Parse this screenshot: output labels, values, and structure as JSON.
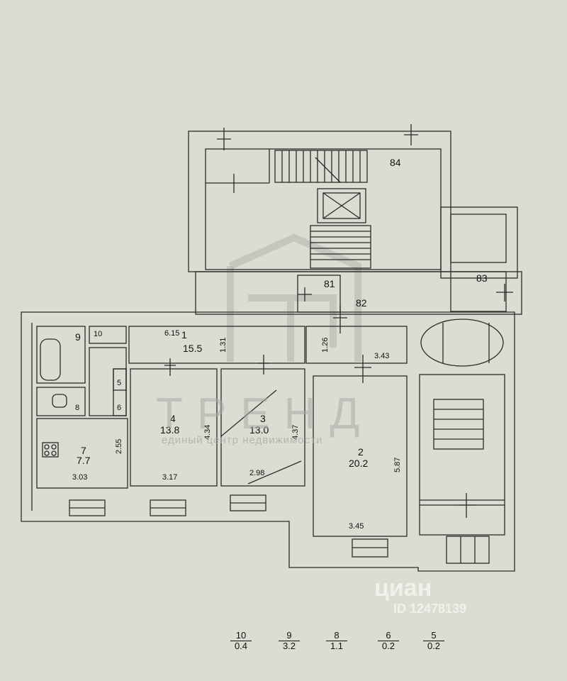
{
  "rooms": [
    {
      "id": "room-1",
      "num": "1",
      "area": "15.5"
    },
    {
      "id": "room-2",
      "num": "2",
      "area": "20.2"
    },
    {
      "id": "room-3",
      "num": "3",
      "area": "13.0"
    },
    {
      "id": "room-4",
      "num": "4",
      "area": "13.8"
    },
    {
      "id": "room-7",
      "num": "7",
      "area": "7.7"
    }
  ],
  "unit_labels": {
    "r5": "5",
    "r6": "6",
    "r8": "8",
    "r9": "9",
    "r10": "10",
    "r81": "81",
    "r82": "82",
    "r83": "83",
    "r84": "84"
  },
  "dimensions": {
    "d615": "6.15",
    "d131": "1.31",
    "d126": "1.26",
    "d343": "3.43",
    "d434": "4.34",
    "d437": "4.37",
    "d587": "5.87",
    "d255": "2.55",
    "d303": "3.03",
    "d317": "3.17",
    "d298": "2.98",
    "d345": "3.45"
  },
  "legend": [
    {
      "num": "10",
      "area": "0.4"
    },
    {
      "num": "9",
      "area": "3.2"
    },
    {
      "num": "8",
      "area": "1.1"
    },
    {
      "num": "6",
      "area": "0.2"
    },
    {
      "num": "5",
      "area": "0.2"
    }
  ],
  "watermark": {
    "title": "ТРЕНД",
    "subtitle": "единый центр недвижимости"
  },
  "cian": {
    "brand": "циан",
    "id": "ID 12478139"
  },
  "colors": {
    "background": "#dcdcd3",
    "line": "#2a2a2a"
  }
}
